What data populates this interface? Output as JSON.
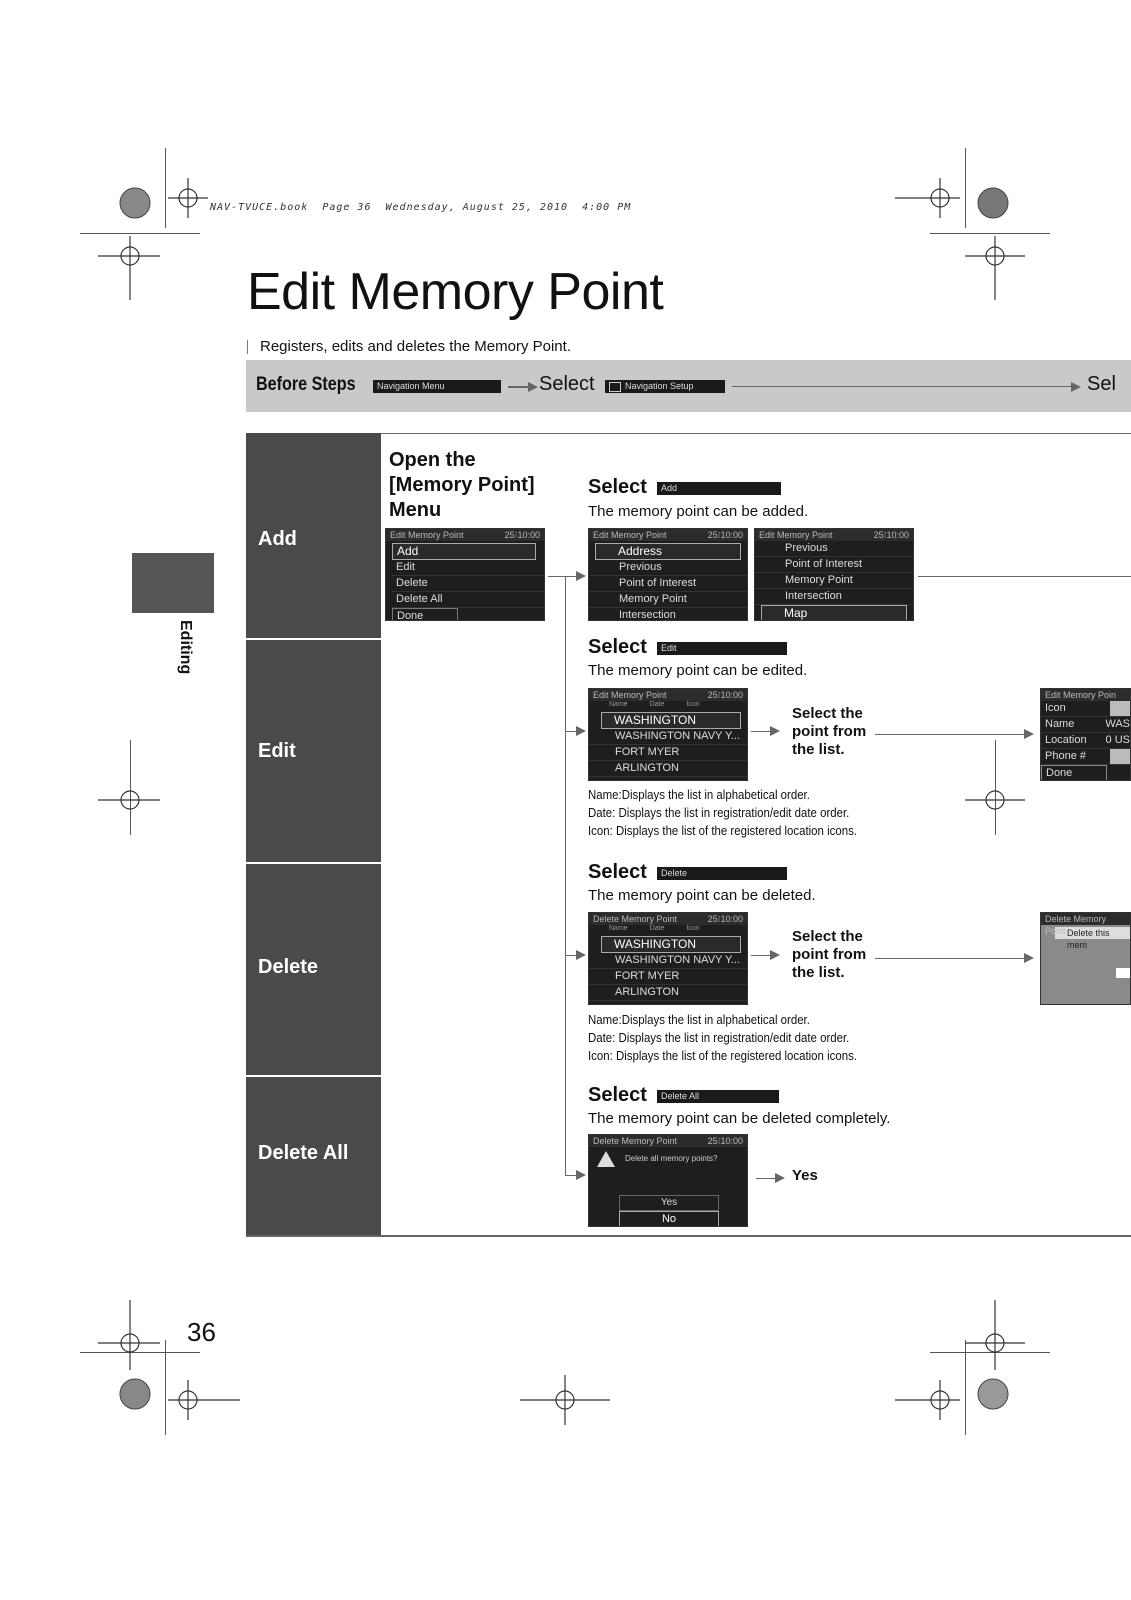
{
  "header_line": "NAV-TVUCE.book  Page 36  Wednesday, August 25, 2010  4:00 PM",
  "page_title": "Edit Memory Point",
  "subtitle": "Registers, edits and deletes the Memory Point.",
  "side_tab": "Editing",
  "before_steps": {
    "label": "Before Steps",
    "chip1": "Navigation Menu",
    "arrow_select": "Select",
    "chip2": "Navigation Setup",
    "cut_text": "Sel"
  },
  "open_menu": {
    "heading_lines": [
      "Open the",
      "[Memory Point]",
      "Menu"
    ],
    "screen": {
      "title": "Edit Memory Point",
      "clock": "25‌ 10:00",
      "items": [
        "Add",
        "Edit",
        "Delete",
        "Delete All",
        "Done"
      ]
    }
  },
  "sections": {
    "add": {
      "side_label": "Add",
      "select_word": "Select",
      "chip": "Add",
      "desc": "The memory point can be added.",
      "screen1": {
        "title": "Edit Memory Point",
        "clock": "25‌ 10:00",
        "items": [
          "Address",
          "Previous",
          "Point of Interest",
          "Memory Point",
          "Intersection"
        ]
      },
      "screen2": {
        "title": "Edit Memory Point",
        "clock": "25‌ 10:00",
        "items": [
          "Previous",
          "Point of Interest",
          "Memory Point",
          "Intersection",
          "Map"
        ]
      }
    },
    "edit": {
      "side_label": "Edit",
      "select_word": "Select",
      "chip": "Edit",
      "desc": "The memory point can be edited.",
      "screen": {
        "title": "Edit Memory Point",
        "clock": "25‌ 10:00",
        "tabs": [
          "Name",
          "Date",
          "Icon"
        ],
        "items": [
          "WASHINGTON",
          "WASHINGTON NAVY Y...",
          "FORT MYER",
          "ARLINGTON"
        ]
      },
      "callout_lines": [
        "Select the",
        "point from",
        "the list."
      ],
      "notes": [
        "Name:Displays the list in alphabetical order.",
        "Date:  Displays the list in registration/edit date order.",
        "Icon:   Displays the list of the registered location icons."
      ],
      "right_screen": {
        "title": "Edit Memory Poin",
        "rows": [
          "Icon",
          "Name",
          "Location",
          "Phone #",
          "Done"
        ],
        "vals": [
          "",
          "WAS",
          "0 US",
          "",
          ""
        ]
      }
    },
    "delete": {
      "side_label": "Delete",
      "select_word": "Select",
      "chip": "Delete",
      "desc": "The memory point can be deleted.",
      "screen": {
        "title": "Delete Memory Point",
        "clock": "25‌ 10:00",
        "tabs": [
          "Name",
          "Date",
          "Icon"
        ],
        "items": [
          "WASHINGTON",
          "WASHINGTON NAVY Y...",
          "FORT MYER",
          "ARLINGTON"
        ]
      },
      "callout_lines": [
        "Select the",
        "point from",
        "the list."
      ],
      "notes": [
        "Name:Displays the list in alphabetical order.",
        "Date:  Displays the list in registration/edit date order.",
        "Icon:   Displays the list of the registered location icons."
      ],
      "right_screen": {
        "title": "Delete Memory Point",
        "line": "Delete this mem"
      }
    },
    "delete_all": {
      "side_label": "Delete All",
      "select_word": "Select",
      "chip": "Delete All",
      "desc": "The memory point can be deleted completely.",
      "screen": {
        "title": "Delete Memory Point",
        "clock": "25‌ 10:00",
        "question": "Delete all memory points?",
        "yes": "Yes",
        "no": "No"
      },
      "callout": "Yes"
    }
  },
  "page_number": "36",
  "colors": {
    "side_dark": "#4a4a4a",
    "band": "#c9c9c9",
    "screen_bg": "#1e1e1e"
  }
}
